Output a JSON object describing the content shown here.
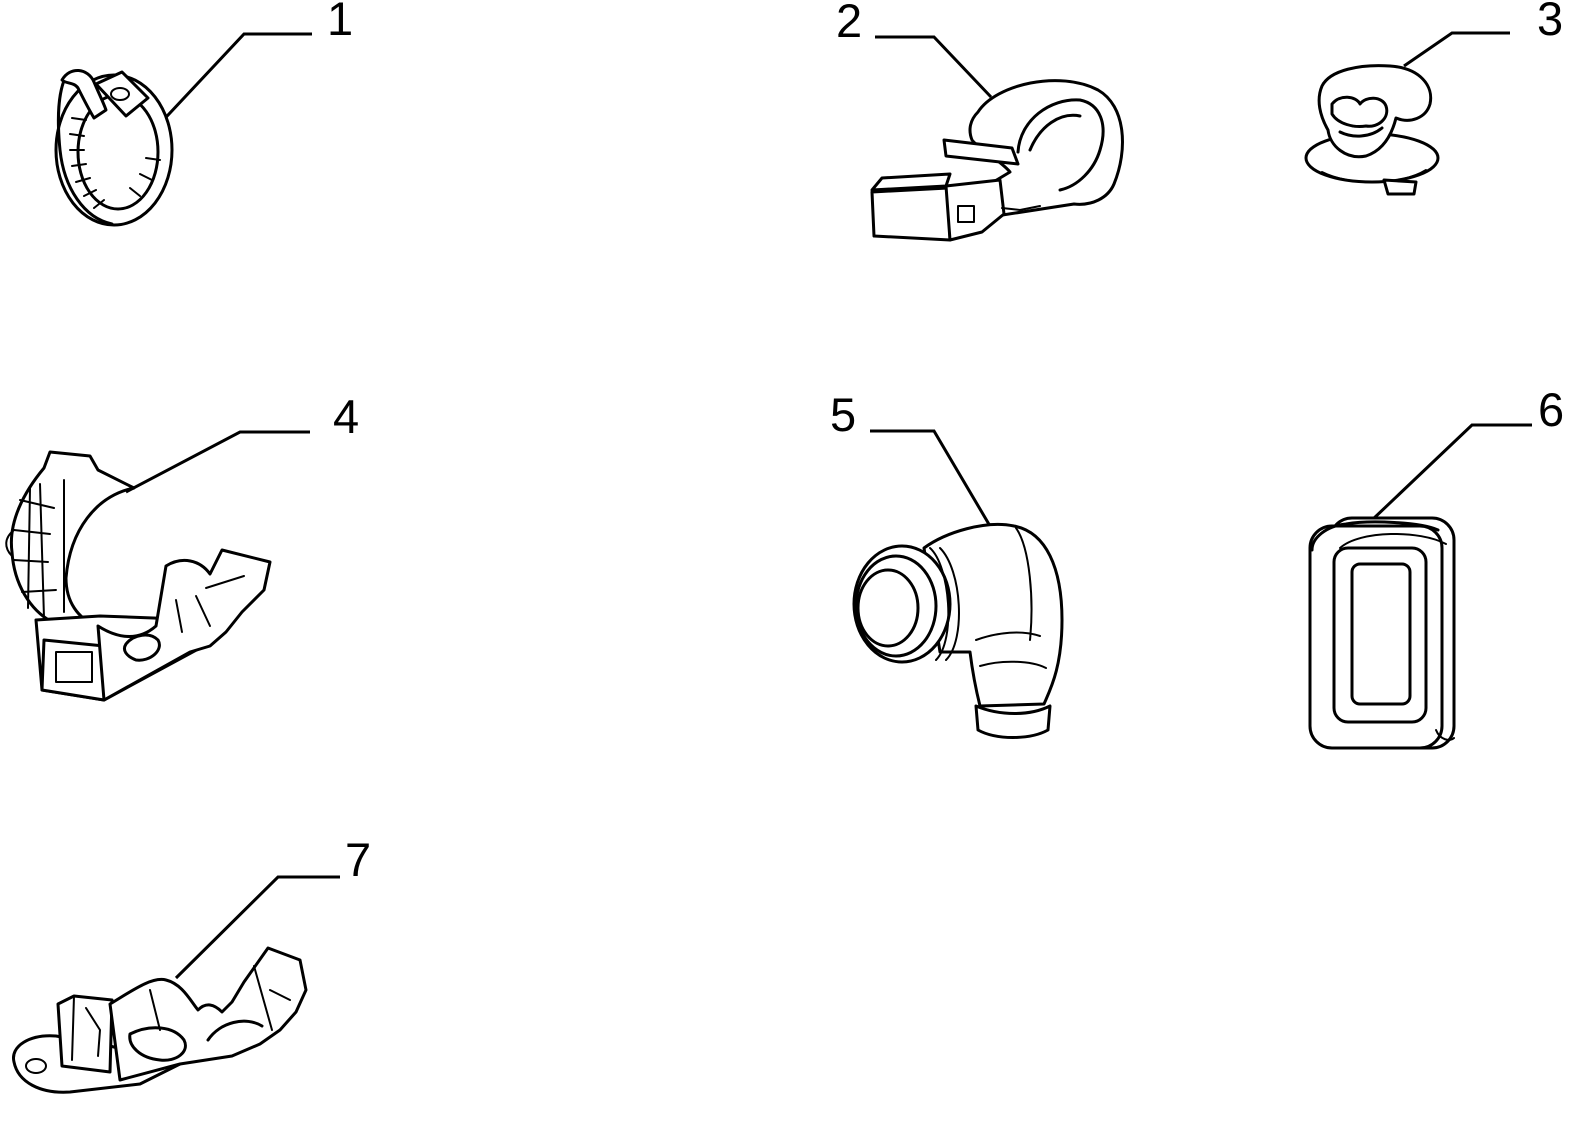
{
  "parts": [
    {
      "number": "1",
      "icon": "hose-clamp-icon"
    },
    {
      "number": "2",
      "icon": "cable-clip-with-plug-icon"
    },
    {
      "number": "3",
      "icon": "push-in-cable-clip-icon"
    },
    {
      "number": "4",
      "icon": "pipe-holder-clip-icon"
    },
    {
      "number": "5",
      "icon": "elbow-grommet-icon"
    },
    {
      "number": "6",
      "icon": "rectangular-grommet-icon"
    },
    {
      "number": "7",
      "icon": "double-pipe-bracket-icon"
    }
  ]
}
